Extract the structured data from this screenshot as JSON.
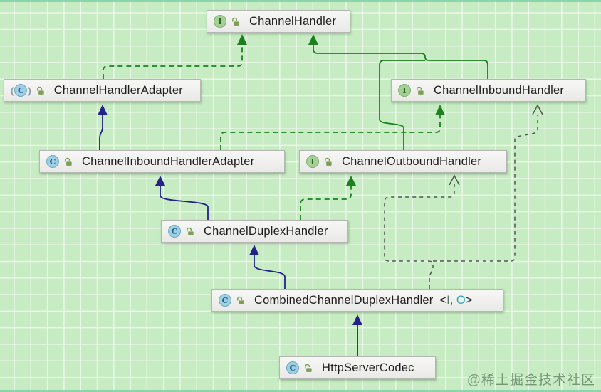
{
  "diagram": {
    "nodes": [
      {
        "label": "ChannelHandler",
        "badge": "I",
        "kind": "interface"
      },
      {
        "label": "ChannelHandlerAdapter",
        "badge": "C",
        "kind": "abstract-class"
      },
      {
        "label": "ChannelInboundHandler",
        "badge": "I",
        "kind": "interface"
      },
      {
        "label": "ChannelInboundHandlerAdapter",
        "badge": "C",
        "kind": "class"
      },
      {
        "label": "ChannelOutboundHandler",
        "badge": "I",
        "kind": "interface"
      },
      {
        "label": "ChannelDuplexHandler",
        "badge": "C",
        "kind": "class"
      },
      {
        "label": "CombinedChannelDuplexHandler",
        "badge": "C",
        "kind": "class",
        "generic": {
          "open": "<",
          "param1": "I",
          "sep": ", ",
          "param2": "O",
          "close": ">"
        }
      },
      {
        "label": "HttpServerCodec",
        "badge": "C",
        "kind": "class"
      }
    ],
    "edges": [
      {
        "from": "ChannelHandlerAdapter",
        "to": "ChannelHandler",
        "type": "implements"
      },
      {
        "from": "ChannelInboundHandler",
        "to": "ChannelHandler",
        "type": "extends"
      },
      {
        "from": "ChannelOutboundHandler",
        "to": "ChannelHandler",
        "type": "extends"
      },
      {
        "from": "ChannelInboundHandlerAdapter",
        "to": "ChannelHandlerAdapter",
        "type": "extends"
      },
      {
        "from": "ChannelInboundHandlerAdapter",
        "to": "ChannelInboundHandler",
        "type": "implements"
      },
      {
        "from": "ChannelDuplexHandler",
        "to": "ChannelInboundHandlerAdapter",
        "type": "extends"
      },
      {
        "from": "ChannelDuplexHandler",
        "to": "ChannelOutboundHandler",
        "type": "implements"
      },
      {
        "from": "CombinedChannelDuplexHandler",
        "to": "ChannelDuplexHandler",
        "type": "extends"
      },
      {
        "from": "CombinedChannelDuplexHandler",
        "to": "ChannelInboundHandler",
        "type": "type-parameter"
      },
      {
        "from": "CombinedChannelDuplexHandler",
        "to": "ChannelOutboundHandler",
        "type": "type-parameter"
      },
      {
        "from": "HttpServerCodec",
        "to": "CombinedChannelDuplexHandler",
        "type": "extends"
      }
    ],
    "colors": {
      "extends_interface": "#1b811e",
      "implements": "#1b811e",
      "extends_class": "#22228a",
      "type_parameter": "#4c584c",
      "canvas": "#c7ebc2"
    }
  },
  "watermark": {
    "text": "@稀土掘金技术社区"
  }
}
